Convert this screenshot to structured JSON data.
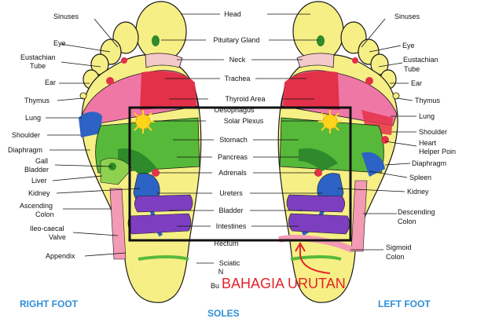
{
  "labels": {
    "center": {
      "head": "Head",
      "pituitary": "Pituitary Gland",
      "neck": "Neck",
      "trachea": "Trachea",
      "thyroid": "Thyroid Area",
      "oesophagus": "Oesophagus",
      "solar_plexus": "Solar Plexus",
      "stomach": "Stomach",
      "pancreas": "Pancreas",
      "adrenals": "Adrenals",
      "ureters": "Ureters",
      "bladder": "Bladder",
      "intestines": "Intestines",
      "rectum": "Rectum",
      "sciatic_1": "Sciatic",
      "sciatic_2": "N",
      "buttocks": "Bu"
    },
    "right_foot": {
      "sinuses": "Sinuses",
      "eye": "Eye",
      "eustachian_1": "Eustachian",
      "eustachian_2": "Tube",
      "ear": "Ear",
      "thymus": "Thymus",
      "lung": "Lung",
      "shoulder": "Shoulder",
      "diaphragm": "Diaphragm",
      "gall_1": "Gall",
      "gall_2": "Bladder",
      "liver": "Liver",
      "kidney": "Kidney",
      "ascending_1": "Ascending",
      "ascending_2": "Colon",
      "ileo_1": "Ileo-caecal",
      "ileo_2": "Valve",
      "appendix": "Appendix"
    },
    "left_foot": {
      "sinuses": "Sinuses",
      "eye": "Eye",
      "eustachian_1": "Eustachian",
      "eustachian_2": "Tube",
      "ear": "Ear",
      "thymus": "Thymus",
      "lung": "Lung",
      "shoulder": "Shoulder",
      "heart_1": "Heart",
      "heart_2": "Helper Poin",
      "diaphragm": "Diaphragm",
      "spleen": "Spleen",
      "kidney": "Kidney",
      "descending_1": "Descending",
      "descending_2": "Colon",
      "sigmoid_1": "Sigmoid",
      "sigmoid_2": "Colon"
    }
  },
  "titles": {
    "right_foot": "RIGHT FOOT",
    "soles": "SOLES",
    "left_foot": "LEFT FOOT"
  },
  "overlay_text": "BAHAGIA URUTAN",
  "colors": {
    "foot_yellow": "#f6ef86",
    "outline": "#1a1a1a",
    "red": "#e4314a",
    "pink": "#ef77a6",
    "green": "#57b93a",
    "dark_green": "#2e8a2a",
    "purple": "#7d3fc0",
    "blue": "#2c63c4",
    "orange": "#f2a22c",
    "sun": "#ffd51c",
    "title_blue": "#2f8fd8",
    "overlay_red": "#e2242a"
  }
}
